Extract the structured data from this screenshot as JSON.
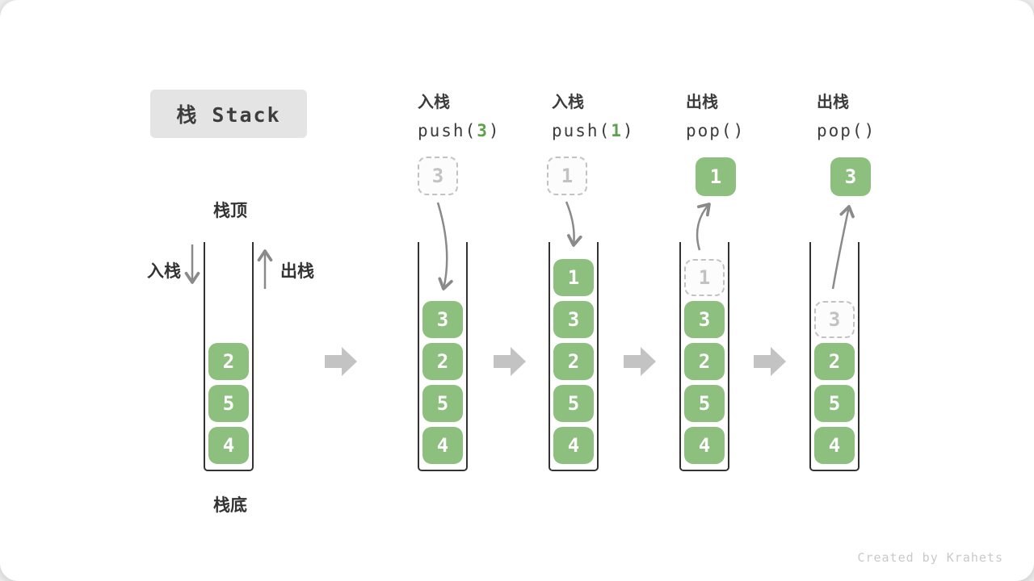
{
  "title": "栈 Stack",
  "position_labels": {
    "top": "栈顶",
    "bottom": "栈底"
  },
  "side_labels": {
    "push": "入栈",
    "pop": "出栈"
  },
  "operations": [
    {
      "name": "入栈",
      "code_pre": "push(",
      "code_arg": "3",
      "code_post": ")"
    },
    {
      "name": "入栈",
      "code_pre": "push(",
      "code_arg": "1",
      "code_post": ")"
    },
    {
      "name": "出栈",
      "code_pre": "pop(",
      "code_arg": "",
      "code_post": ")"
    },
    {
      "name": "出栈",
      "code_pre": "pop(",
      "code_arg": "",
      "code_post": ")"
    }
  ],
  "floating_values": {
    "push1": "3",
    "push2": "1",
    "pop1": "1",
    "pop2": "3"
  },
  "stacks": [
    {
      "cells": [
        "2",
        "5",
        "4"
      ]
    },
    {
      "cells": [
        "3",
        "2",
        "5",
        "4"
      ]
    },
    {
      "cells": [
        "1",
        "3",
        "2",
        "5",
        "4"
      ]
    },
    {
      "ghost": "1",
      "cells": [
        "3",
        "2",
        "5",
        "4"
      ]
    },
    {
      "ghost": "3",
      "cells": [
        "2",
        "5",
        "4"
      ]
    }
  ],
  "watermark": "Created by Krahets",
  "colors": {
    "cell_green": "#8dc07e",
    "code_arg_green": "#5ca24c",
    "arrow_gray": "#8a8a8a",
    "block_arrow_gray": "#c3c3c3",
    "title_box_bg": "#e4e4e4",
    "ghost_gray": "#c2c2c2"
  }
}
